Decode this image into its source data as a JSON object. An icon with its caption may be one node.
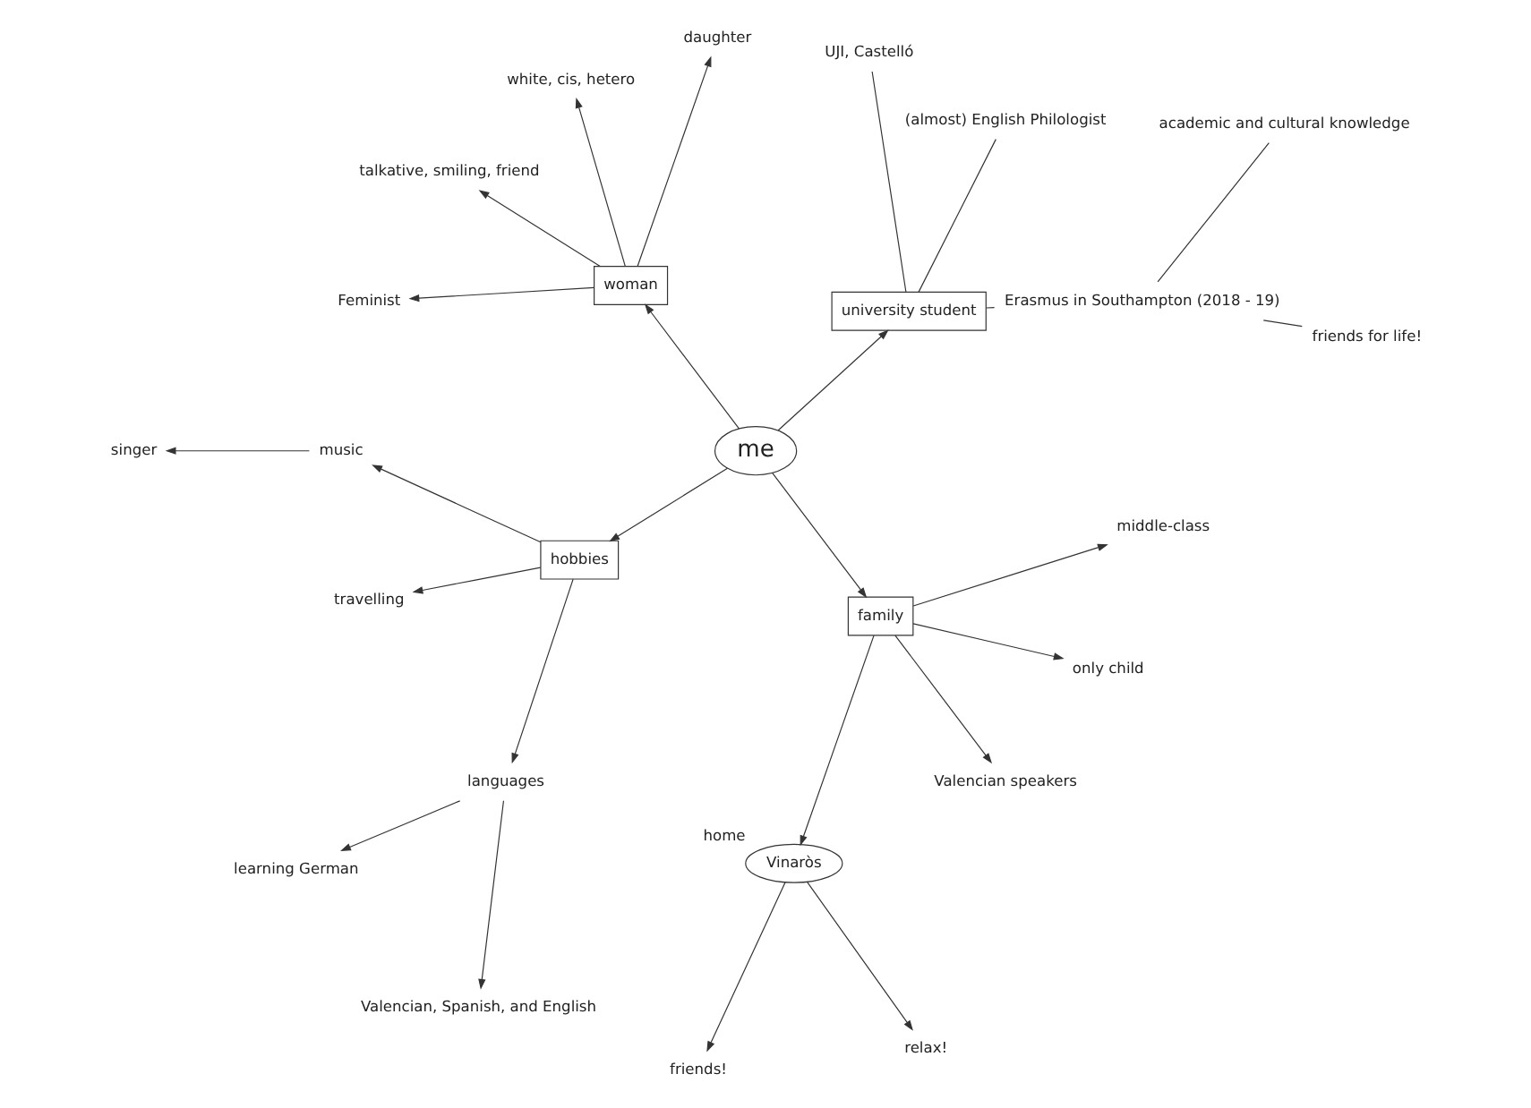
{
  "diagram": {
    "nodes": [
      {
        "text": [
          "me"
        ]
      },
      {
        "text": [
          "university student"
        ]
      },
      {
        "text": [
          "Erasmus in Southampton (2018 - 19)"
        ]
      },
      {
        "text": [
          "friends for life!"
        ]
      },
      {
        "text": [
          "academic and cultural knowledge"
        ]
      },
      {
        "text": [
          "(almost) English Philologist"
        ]
      },
      {
        "text": [
          "UJI, Castelló"
        ]
      },
      {
        "text": [
          "woman"
        ]
      },
      {
        "text": [
          "daughter"
        ]
      },
      {
        "text": [
          "white, cis, hetero"
        ]
      },
      {
        "text": [
          "talkative, smiling, friend"
        ]
      },
      {
        "text": [
          "Feminist"
        ]
      },
      {
        "text": [
          "hobbies"
        ]
      },
      {
        "text": [
          "music"
        ]
      },
      {
        "text": [
          "singer"
        ]
      },
      {
        "text": [
          "travelling"
        ]
      },
      {
        "text": [
          "languages"
        ]
      },
      {
        "text": [
          "learning German"
        ]
      },
      {
        "text": [
          "Valencian, Spanish, and English"
        ]
      },
      {
        "text": [
          "family"
        ]
      },
      {
        "text": [
          "Vinaròs"
        ],
        "beside": [
          "home"
        ]
      },
      {
        "text": [
          "friends!"
        ]
      },
      {
        "text": [
          "relax!"
        ]
      },
      {
        "text": [
          "Valencian speakers"
        ]
      },
      {
        "text": [
          "only child"
        ]
      },
      {
        "text": [
          "middle-class"
        ]
      }
    ],
    "edges": [
      {
        "from": 0,
        "to": 1,
        "arrow": "to"
      },
      {
        "from": 0,
        "to": 7,
        "arrow": "to"
      },
      {
        "from": 0,
        "to": 12,
        "arrow": "to"
      },
      {
        "from": 0,
        "to": 19,
        "arrow": "to"
      },
      {
        "from": 1,
        "to": 2,
        "arrow": "none"
      },
      {
        "from": 2,
        "to": 3,
        "arrow": "none"
      },
      {
        "from": 2,
        "to": 4,
        "arrow": "none"
      },
      {
        "from": 1,
        "to": 5,
        "arrow": "none"
      },
      {
        "from": 1,
        "to": 6,
        "arrow": "none"
      },
      {
        "from": 7,
        "to": 8,
        "arrow": "to"
      },
      {
        "from": 7,
        "to": 9,
        "arrow": "to"
      },
      {
        "from": 7,
        "to": 10,
        "arrow": "to"
      },
      {
        "from": 7,
        "to": 11,
        "arrow": "to"
      },
      {
        "from": 12,
        "to": 13,
        "arrow": "to"
      },
      {
        "from": 12,
        "to": 15,
        "arrow": "to"
      },
      {
        "from": 12,
        "to": 16,
        "arrow": "to"
      },
      {
        "from": 13,
        "to": 14,
        "arrow": "to"
      },
      {
        "from": 16,
        "to": 17,
        "arrow": "to"
      },
      {
        "from": 16,
        "to": 18,
        "arrow": "to"
      },
      {
        "from": 19,
        "to": 20,
        "arrow": "to"
      },
      {
        "from": 20,
        "to": 21,
        "arrow": "to"
      },
      {
        "from": 20,
        "to": 22,
        "arrow": "to"
      },
      {
        "from": 19,
        "to": 23,
        "arrow": "to"
      },
      {
        "from": 19,
        "to": 24,
        "arrow": "to"
      },
      {
        "from": 19,
        "to": 25,
        "arrow": "to"
      }
    ]
  }
}
